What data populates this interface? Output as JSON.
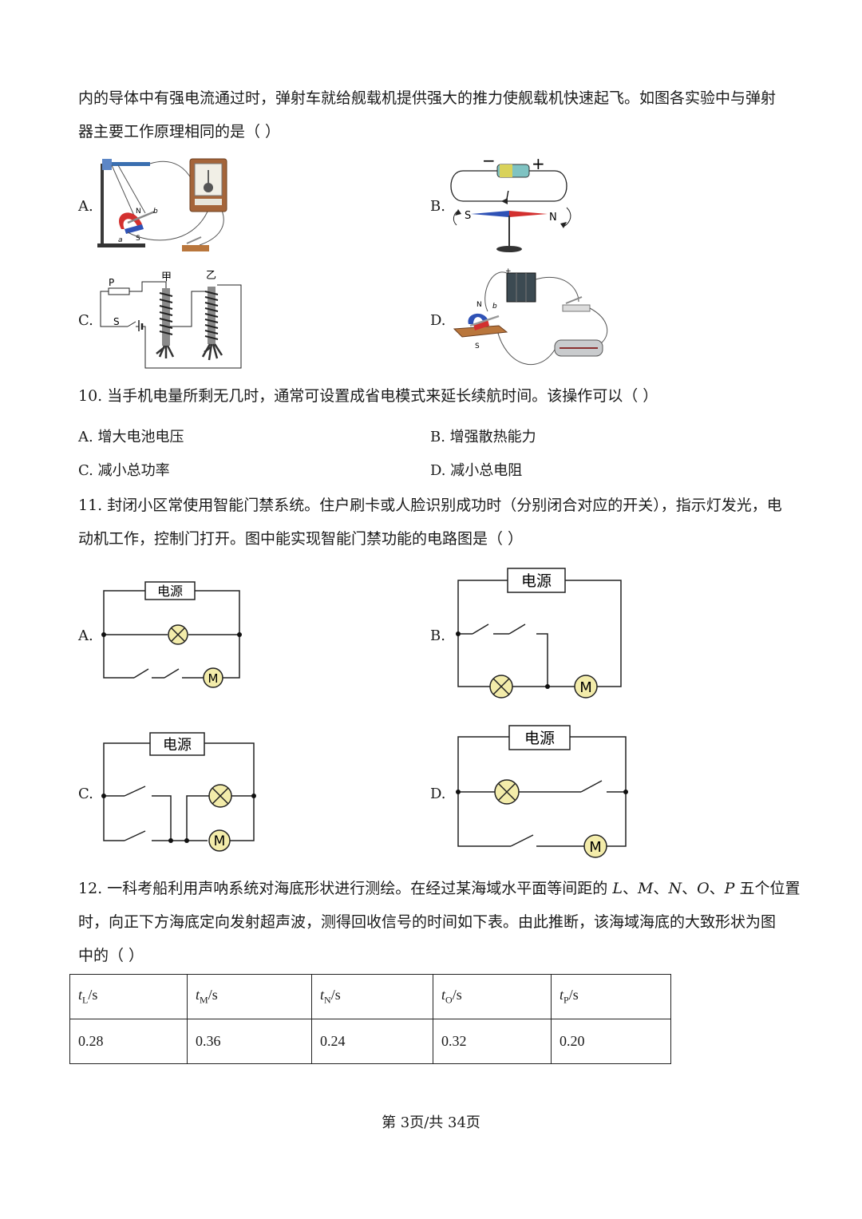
{
  "q9": {
    "stem_line1": "内的导体中有强电流通过时，弹射车就给舰载机提供强大的推力使舰载机快速起飞。如图各实验中与弹射",
    "stem_line2": "器主要工作原理相同的是（        ）",
    "options": [
      {
        "label": "A.",
        "fig_texts": [
          "N",
          "b",
          "a",
          "S"
        ]
      },
      {
        "label": "B.",
        "fig_texts": [
          "−",
          "+",
          "I",
          "S",
          "N"
        ]
      },
      {
        "label": "C.",
        "fig_texts": [
          "P",
          "S",
          "甲",
          "乙"
        ]
      },
      {
        "label": "D.",
        "fig_texts": [
          "N",
          "b",
          "S",
          "+"
        ]
      }
    ]
  },
  "q10": {
    "stem": "10.  当手机电量所剩无几时，通常可设置成省电模式来延长续航时间。该操作可以（        ）",
    "options": [
      "A.  增大电池电压",
      "B.  增强散热能力",
      "C.  减小总功率",
      "D.  减小总电阻"
    ]
  },
  "q11": {
    "stem_line1": "11.  封闭小区常使用智能门禁系统。住户刷卡或人脸识别成功时（分别闭合对应的开关），指示灯发光，电",
    "stem_line2": "动机工作，控制门打开。图中能实现智能门禁功能的电路图是（        ）",
    "power_label": "电源",
    "motor_label": "M",
    "options": [
      "A.",
      "B.",
      "C.",
      "D."
    ]
  },
  "q12": {
    "stem_line1_a": "12.  一科考船利用声呐系统对海底形状进行测绘。在经过某海域水平面等间距的 ",
    "positions": [
      "L",
      "M",
      "N",
      "O",
      "P"
    ],
    "sep": "、",
    "stem_line1_b": " 五个位置",
    "stem_line2": "时，向正下方海底定向发射超声波，测得回收信号的时间如下表。由此推断，该海域海底的大致形状为图",
    "stem_line3": "中的（        ）",
    "table": {
      "headers": [
        {
          "sym": "t",
          "sub": "L",
          "unit": "/s"
        },
        {
          "sym": "t",
          "sub": "M",
          "unit": "/s"
        },
        {
          "sym": "t",
          "sub": "N",
          "unit": "/s"
        },
        {
          "sym": "t",
          "sub": "O",
          "unit": "/s"
        },
        {
          "sym": "t",
          "sub": "P",
          "unit": "/s"
        }
      ],
      "values": [
        "0.28",
        "0.36",
        "0.24",
        "0.32",
        "0.20"
      ]
    }
  },
  "footer": "第 3页/共 34页",
  "colors": {
    "lamp": "#f3ecaa",
    "magnet_red": "#d3302f",
    "magnet_blue": "#2f52b6",
    "wood": "#b9763c",
    "battery": "#7fc3c2"
  }
}
